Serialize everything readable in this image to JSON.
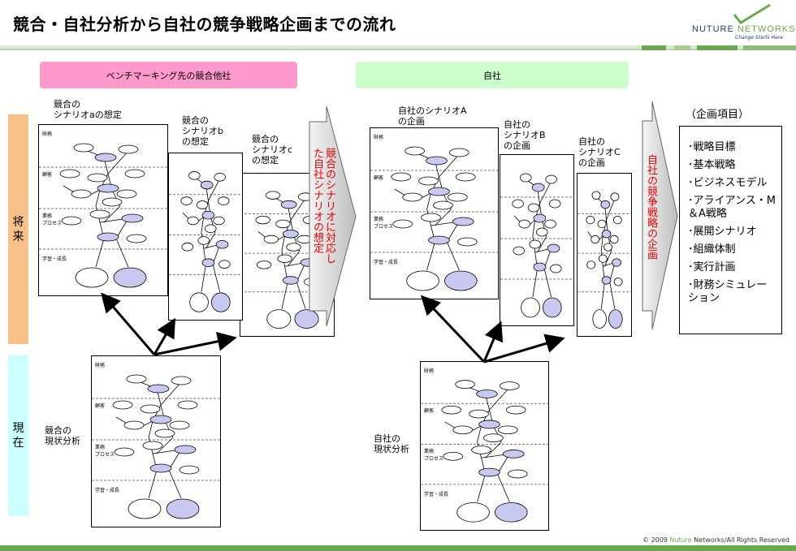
{
  "title": "競合・自社分析から自社の競争戦略企画までの流れ",
  "logo": {
    "brand": "NUTURE",
    "brand2": "NETWORKS",
    "tagline": "Change Starts Here"
  },
  "footer": {
    "prefix": "© 2009 ",
    "brand": "Nuture",
    "suffix": " Networks/All Rights Reserved"
  },
  "banners": {
    "competitor": "ベンチマーキング先の競合他社",
    "self": "自社"
  },
  "bands": {
    "future": "将\n来",
    "present": "現\n在"
  },
  "labels": {
    "comp_a": "競合の\nシナリオaの想定",
    "comp_b": "競合の\nシナリオb\nの想定",
    "comp_c": "競合の\nシナリオc\nの想定",
    "comp_now": "競合の\n現状分析",
    "self_a": "自社のシナリオA\nの企画",
    "self_b": "自社の\nシナリオB\nの企画",
    "self_c": "自社の\nシナリオC\nの企画",
    "self_now": "自社の\n現状分析"
  },
  "categories": [
    "財務",
    "顧客",
    "業務\nプロセス",
    "学習・成長"
  ],
  "arrows": {
    "competitor": "競合のシナリオに対応し\nた自社シナリオの想定",
    "self": "自社の競争戦略の企画"
  },
  "plan": {
    "heading": "（企画項目）",
    "items": [
      "･戦略目標",
      "･基本戦略",
      "･ビジネスモデル",
      "･アライアンス・M\n＆A戦略",
      "･展開シナリオ",
      "･組織体制",
      "･実行計画",
      "･財務シミュレー\nション"
    ]
  },
  "colors": {
    "accent_green": "#6aa84f",
    "pink": "#ff99cc",
    "mint": "#ccffcc",
    "orange": "#f9c089",
    "cyan": "#ccffff",
    "red_text": "#e00000",
    "lavender": "#c8c8f0"
  }
}
